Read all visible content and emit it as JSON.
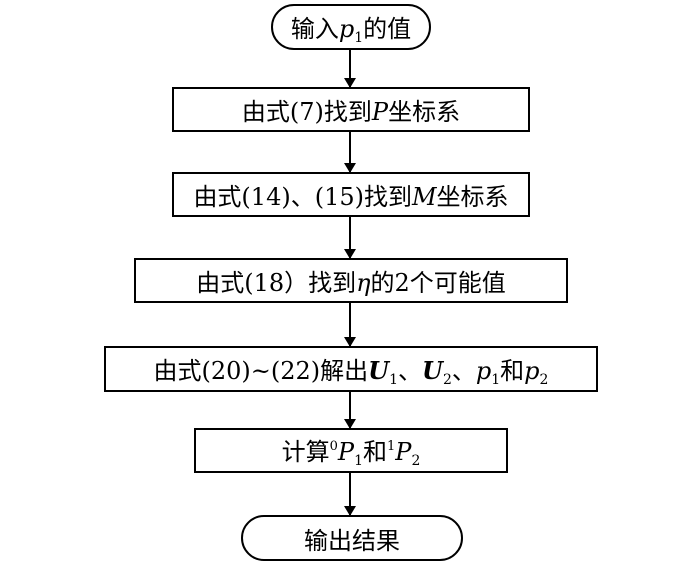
{
  "nodes": [
    {
      "id": "start",
      "kind": "terminal",
      "parts": [
        {
          "t": "输入"
        },
        {
          "t": "p",
          "i": true
        },
        {
          "t": "1",
          "sub": true
        },
        {
          "t": "的值"
        }
      ]
    },
    {
      "id": "step1",
      "kind": "process",
      "parts": [
        {
          "t": "由式(7)找到"
        },
        {
          "t": "P",
          "i": true
        },
        {
          "t": "坐标系"
        }
      ]
    },
    {
      "id": "step2",
      "kind": "process",
      "parts": [
        {
          "t": "由式(14)、(15)找到"
        },
        {
          "t": "M",
          "i": true
        },
        {
          "t": "坐标系"
        }
      ]
    },
    {
      "id": "step3",
      "kind": "process",
      "parts": [
        {
          "t": "由式(18）找到"
        },
        {
          "t": "η",
          "i": true
        },
        {
          "t": "的2个可能值"
        }
      ]
    },
    {
      "id": "step4",
      "kind": "process",
      "parts": [
        {
          "t": "由式(20)~(22)解出"
        },
        {
          "t": "U",
          "b": true
        },
        {
          "t": "1",
          "sub": true
        },
        {
          "t": "、"
        },
        {
          "t": "U",
          "b": true
        },
        {
          "t": "2",
          "sub": true
        },
        {
          "t": "、"
        },
        {
          "t": "p",
          "i": true
        },
        {
          "t": "1",
          "sub": true
        },
        {
          "t": "和"
        },
        {
          "t": "p",
          "i": true
        },
        {
          "t": "2",
          "sub": true
        }
      ]
    },
    {
      "id": "step5",
      "kind": "process",
      "parts": [
        {
          "t": "计算"
        },
        {
          "t": "0",
          "sup": true
        },
        {
          "t": "P",
          "i": true
        },
        {
          "t": "1",
          "sub": true
        },
        {
          "t": "和"
        },
        {
          "t": "1",
          "sup": true
        },
        {
          "t": "P",
          "i": true
        },
        {
          "t": "2",
          "sub": true
        }
      ]
    },
    {
      "id": "end",
      "kind": "terminal",
      "parts": [
        {
          "t": "输出结果"
        }
      ]
    }
  ],
  "edges": [
    {
      "from": "start",
      "to": "step1"
    },
    {
      "from": "step1",
      "to": "step2"
    },
    {
      "from": "step2",
      "to": "step3"
    },
    {
      "from": "step3",
      "to": "step4"
    },
    {
      "from": "step4",
      "to": "step5"
    },
    {
      "from": "step5",
      "to": "end"
    }
  ]
}
